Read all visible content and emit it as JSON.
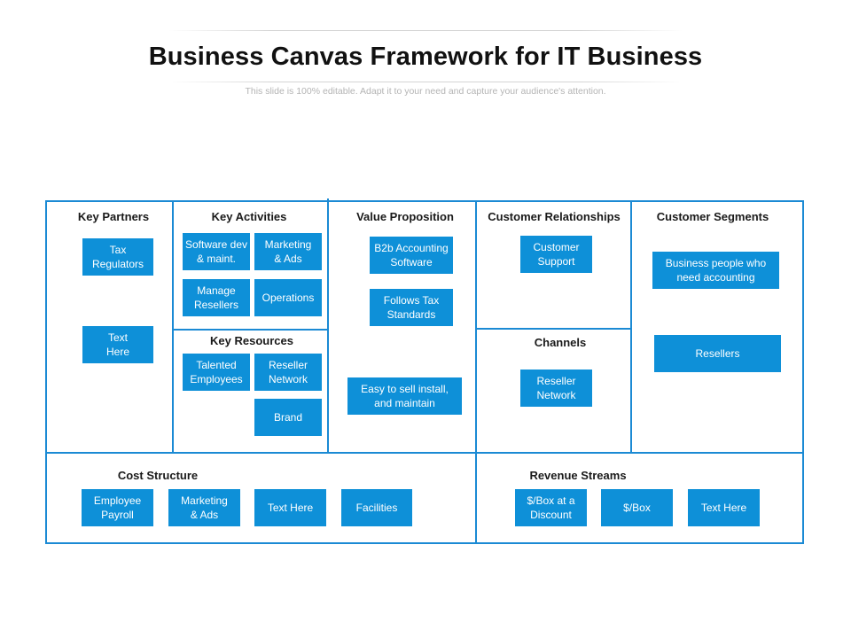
{
  "header": {
    "title": "Business Canvas Framework for IT Business",
    "subtitle": "This slide is 100% editable. Adapt it to your need and capture your audience's attention."
  },
  "colors": {
    "accent": "#0e90d8",
    "border": "#1b8ad4"
  },
  "key_partners": {
    "label": "Key Partners",
    "items": [
      "Tax\nRegulators",
      "Text\nHere"
    ]
  },
  "key_activities": {
    "label": "Key Activities",
    "items": [
      "Software dev\n& maint.",
      "Marketing\n& Ads",
      "Manage\nResellers",
      "Operations"
    ]
  },
  "key_resources": {
    "label": "Key Resources",
    "items": [
      "Talented\nEmployees",
      "Reseller\nNetwork",
      "Brand"
    ]
  },
  "value_proposition": {
    "label": "Value Proposition",
    "items": [
      "B2b Accounting\nSoftware",
      "Follows Tax\nStandards",
      "Easy to sell install,\nand maintain"
    ]
  },
  "customer_relationships": {
    "label": "Customer Relationships",
    "items": [
      "Customer\nSupport"
    ]
  },
  "channels": {
    "label": "Channels",
    "items": [
      "Reseller\nNetwork"
    ]
  },
  "customer_segments": {
    "label": "Customer Segments",
    "items": [
      "Business people who\nneed accounting",
      "Resellers"
    ]
  },
  "cost_structure": {
    "label": "Cost Structure",
    "items": [
      "Employee\nPayroll",
      "Marketing\n& Ads",
      "Text Here",
      "Facilities"
    ]
  },
  "revenue_streams": {
    "label": "Revenue Streams",
    "items": [
      "$/Box at a\nDiscount",
      "$/Box",
      "Text Here"
    ]
  }
}
